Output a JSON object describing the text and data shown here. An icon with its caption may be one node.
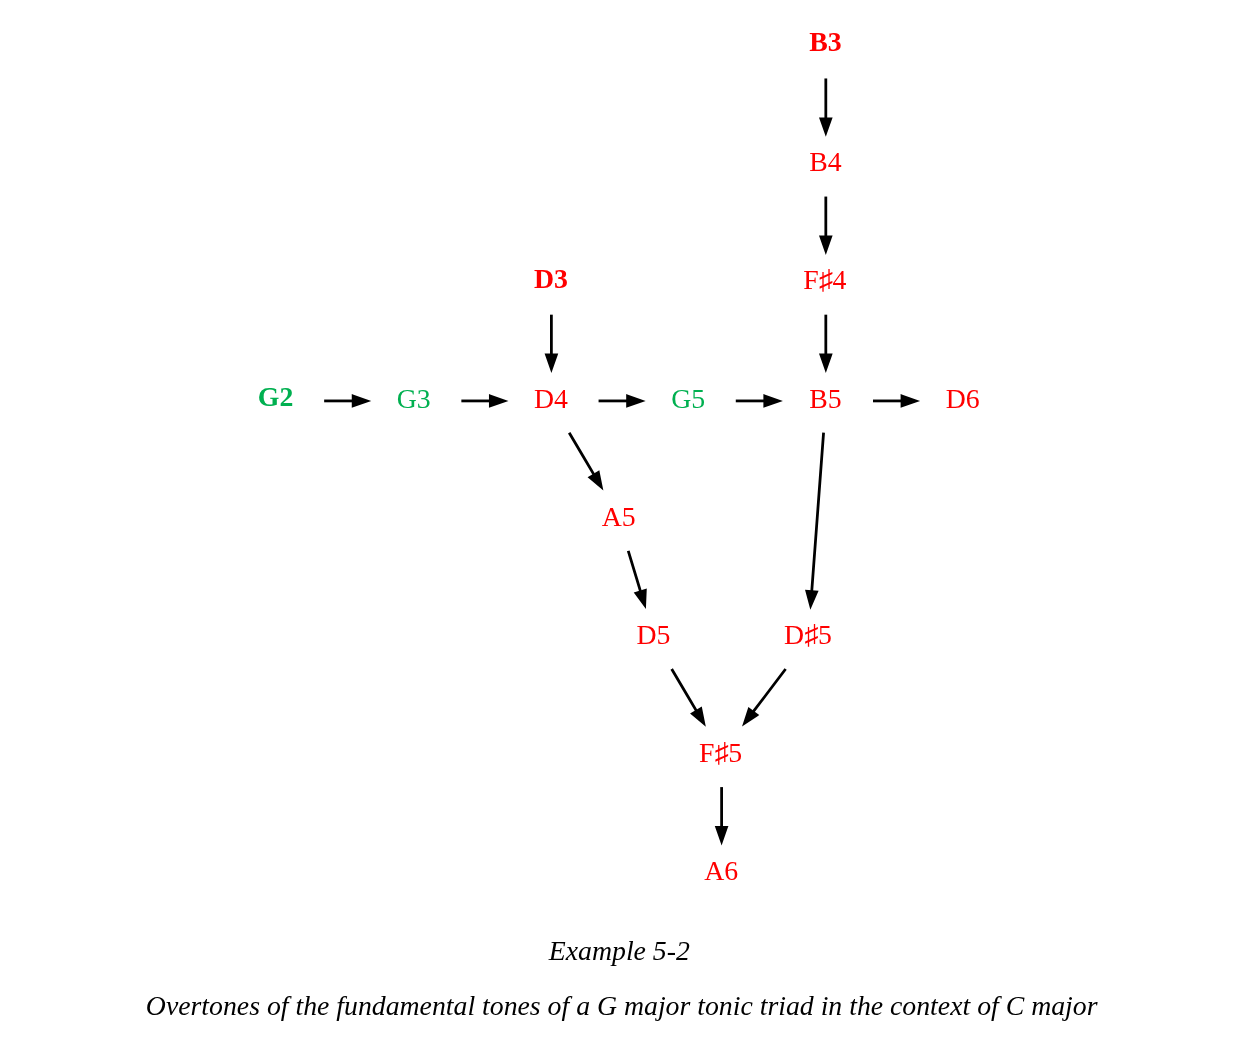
{
  "diagram": {
    "title": "Example 5-2",
    "caption": "Overtones of the fundamental tones of a G major tonic triad in the context of C major",
    "nodes": [
      {
        "text": [
          "B3"
        ]
      },
      {
        "text": [
          "B4"
        ]
      },
      {
        "text": [
          "D3"
        ]
      },
      {
        "text": [
          "F♯4"
        ]
      },
      {
        "text": [
          "G2"
        ]
      },
      {
        "text": [
          "G3"
        ]
      },
      {
        "text": [
          "D4"
        ]
      },
      {
        "text": [
          "G5"
        ]
      },
      {
        "text": [
          "B5"
        ]
      },
      {
        "text": [
          "D6"
        ]
      },
      {
        "text": [
          "A5"
        ]
      },
      {
        "text": [
          "D♯5"
        ]
      },
      {
        "text": [
          "D5"
        ]
      },
      {
        "text": [
          "F♯5"
        ]
      },
      {
        "text": [
          "A6"
        ]
      }
    ],
    "edges": [
      {
        "from": 0,
        "to": 1,
        "arrow": "to"
      },
      {
        "from": 1,
        "to": 3,
        "arrow": "to"
      },
      {
        "from": 3,
        "to": 8,
        "arrow": "to"
      },
      {
        "from": 2,
        "to": 6,
        "arrow": "to"
      },
      {
        "from": 4,
        "to": 5,
        "arrow": "to"
      },
      {
        "from": 5,
        "to": 6,
        "arrow": "to"
      },
      {
        "from": 6,
        "to": 7,
        "arrow": "to"
      },
      {
        "from": 7,
        "to": 8,
        "arrow": "to"
      },
      {
        "from": 8,
        "to": 9,
        "arrow": "to"
      },
      {
        "from": 6,
        "to": 10,
        "arrow": "to"
      },
      {
        "from": 8,
        "to": 11,
        "arrow": "to"
      },
      {
        "from": 10,
        "to": 12,
        "arrow": "to"
      },
      {
        "from": 12,
        "to": 13,
        "arrow": "to"
      },
      {
        "from": 11,
        "to": 13,
        "arrow": "to"
      },
      {
        "from": 13,
        "to": 14,
        "arrow": "to"
      }
    ]
  }
}
